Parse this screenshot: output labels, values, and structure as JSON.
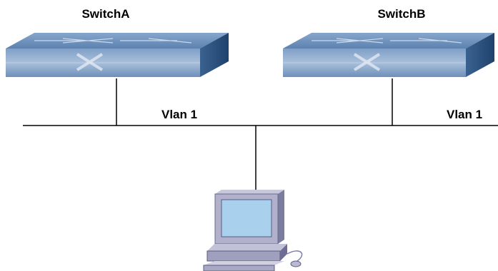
{
  "diagram": {
    "switch_a": {
      "label": "SwitchA",
      "icon": "network-switch-icon"
    },
    "switch_b": {
      "label": "SwitchB",
      "icon": "network-switch-icon"
    },
    "vlan_label_left": "Vlan 1",
    "vlan_label_right": "Vlan 1",
    "pc": {
      "icon": "desktop-computer-icon"
    },
    "colors": {
      "switch_top": "#6f93bd",
      "switch_front": "#4a6f9c",
      "switch_side": "#2d4f7c",
      "line": "#000000",
      "pc_body": "#aaaacc",
      "pc_screen": "#a9d1ee"
    }
  }
}
